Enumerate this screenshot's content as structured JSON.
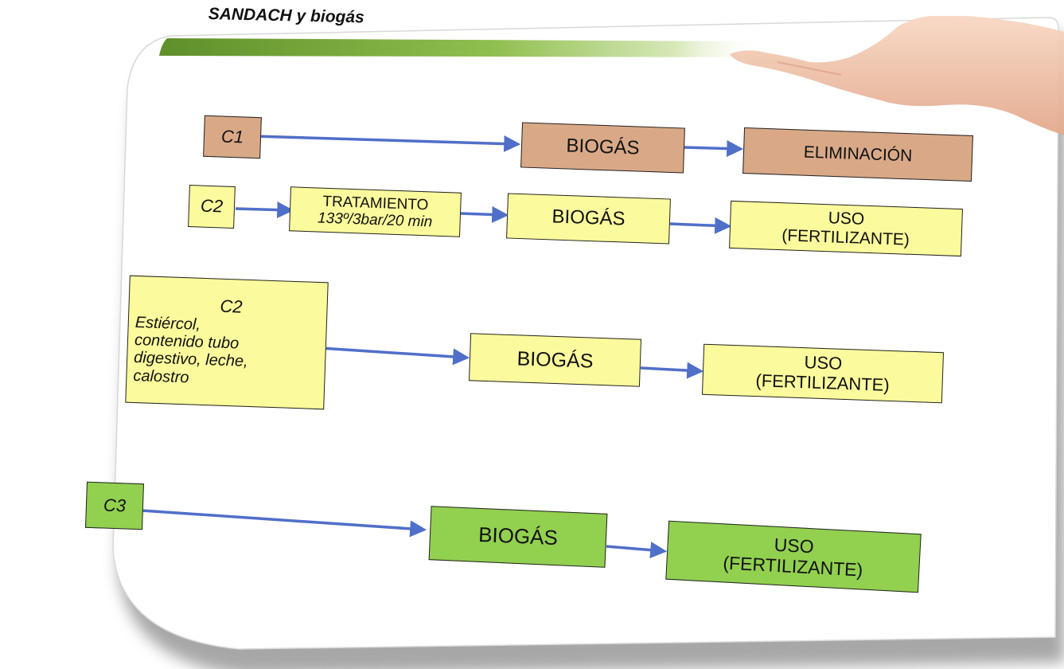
{
  "slide": {
    "title": "SANDACH y biogás"
  },
  "flows": {
    "row1": {
      "source": "C1",
      "step1": "BIOGÁS",
      "step2": "ELIMINACIÓN"
    },
    "row2": {
      "source": "C2",
      "treatment_line1": "TRATAMIENTO",
      "treatment_line2": "133º/3bar/20 min",
      "step1": "BIOGÁS",
      "step2_line1": "USO",
      "step2_line2": "(FERTILIZANTE)"
    },
    "row3": {
      "source_title": "C2",
      "source_line1": "Estiércol,",
      "source_line2": "contenido tubo",
      "source_line3": "digestivo, leche,",
      "source_line4": "calostro",
      "step1": "BIOGÁS",
      "step2_line1": "USO",
      "step2_line2": "(FERTILIZANTE)"
    },
    "row4": {
      "source": "C3",
      "step1": "BIOGÁS",
      "step2_line1": "USO",
      "step2_line2": "(FERTILIZANTE)"
    }
  },
  "colors": {
    "category1": "#d9a987",
    "category2": "#fbfb9d",
    "category3": "#92d050",
    "arrow": "#4f6fc8",
    "title_bar": "#78a93a"
  }
}
